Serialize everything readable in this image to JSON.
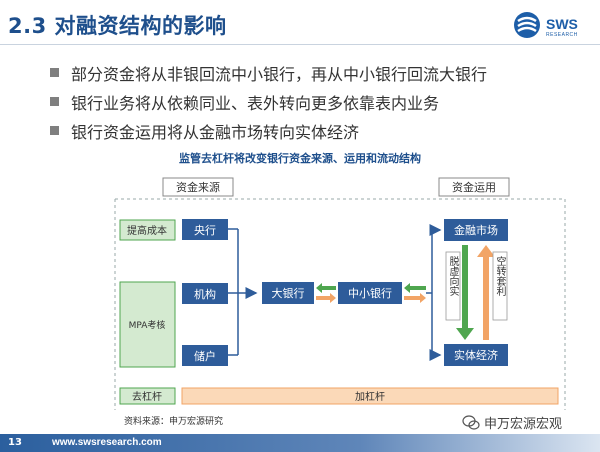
{
  "header": {
    "title": "2.3 对融资结构的影响",
    "logo_text": "SWS",
    "logo_sub": "RESEARCH"
  },
  "bullets": [
    "部分资金将从非银回流中小银行，再从中小银行回流大银行",
    "银行业务将从依赖同业、表外转向更多依靠表内业务",
    "银行资金运用将从金融市场转向实体经济"
  ],
  "diagram": {
    "title": "监管去杠杆将改变银行资金来源、运用和流动结构",
    "source_header": "资金来源",
    "use_header": "资金运用",
    "left_labels": {
      "cost": "提高成本",
      "mpa": "MPA考核",
      "deleverage": "去杠杆",
      "leverage": "加杠杆"
    },
    "sources": [
      "央行",
      "机构",
      "储户"
    ],
    "banks": {
      "big": "大银行",
      "small": "中小银行"
    },
    "uses": {
      "market": "金融市场",
      "real": "实体经济"
    },
    "vertical": {
      "down": "脱虚向实",
      "up": "空转套利"
    },
    "colors": {
      "blue": "#2e5c9a",
      "green": "#4fa64f",
      "orange": "#f2a466",
      "light_green": "#d4ead0",
      "light_orange": "#fbd9b8"
    }
  },
  "source_note": "资料来源：申万宏源研究",
  "footer": {
    "page": "13",
    "url": "www.swsresearch.com",
    "wechat": "申万宏源宏观"
  }
}
